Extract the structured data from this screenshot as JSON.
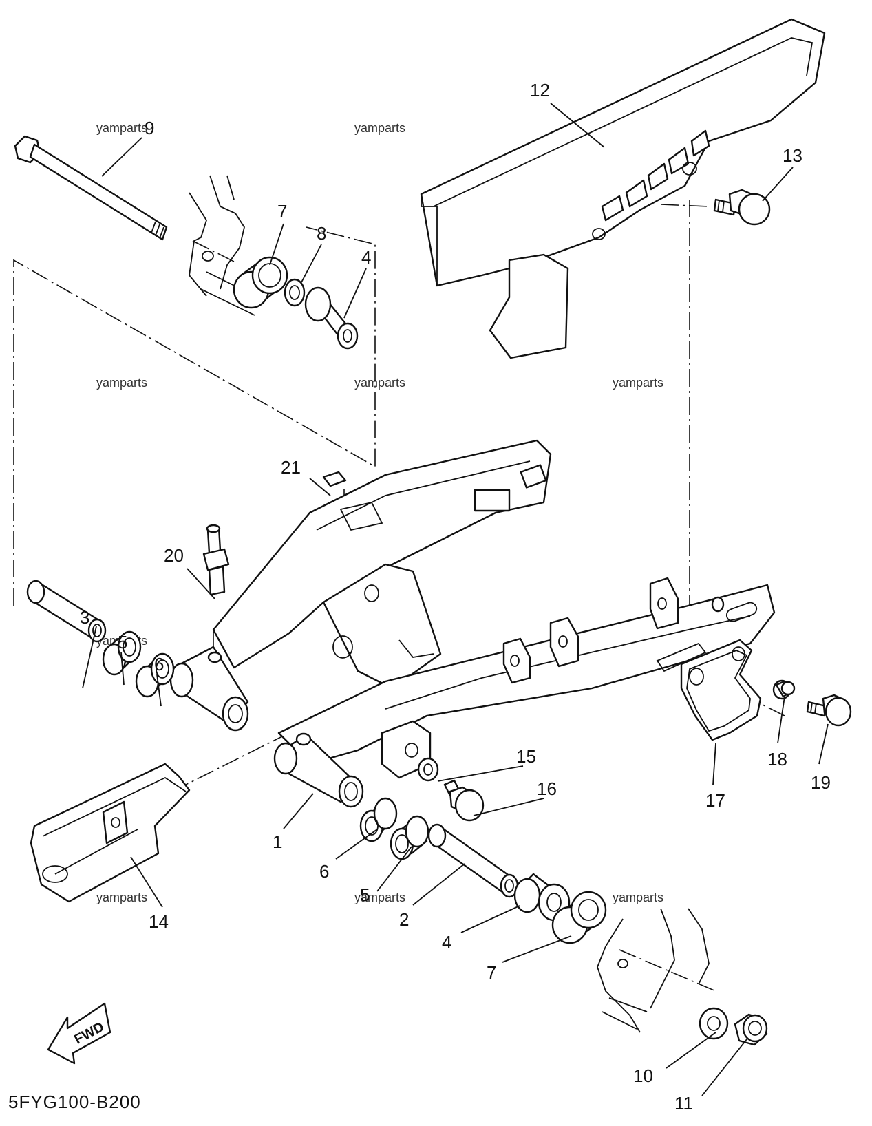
{
  "diagram": {
    "diagram_code": "5FYG100-B200",
    "fwd_label": "FWD",
    "watermark": "yamparts",
    "callouts": [
      "9",
      "7",
      "8",
      "4",
      "12",
      "13",
      "21",
      "20",
      "3",
      "5",
      "6",
      "15",
      "16",
      "17",
      "18",
      "19",
      "1",
      "6",
      "5",
      "2",
      "14",
      "4",
      "7",
      "10",
      "11"
    ]
  }
}
